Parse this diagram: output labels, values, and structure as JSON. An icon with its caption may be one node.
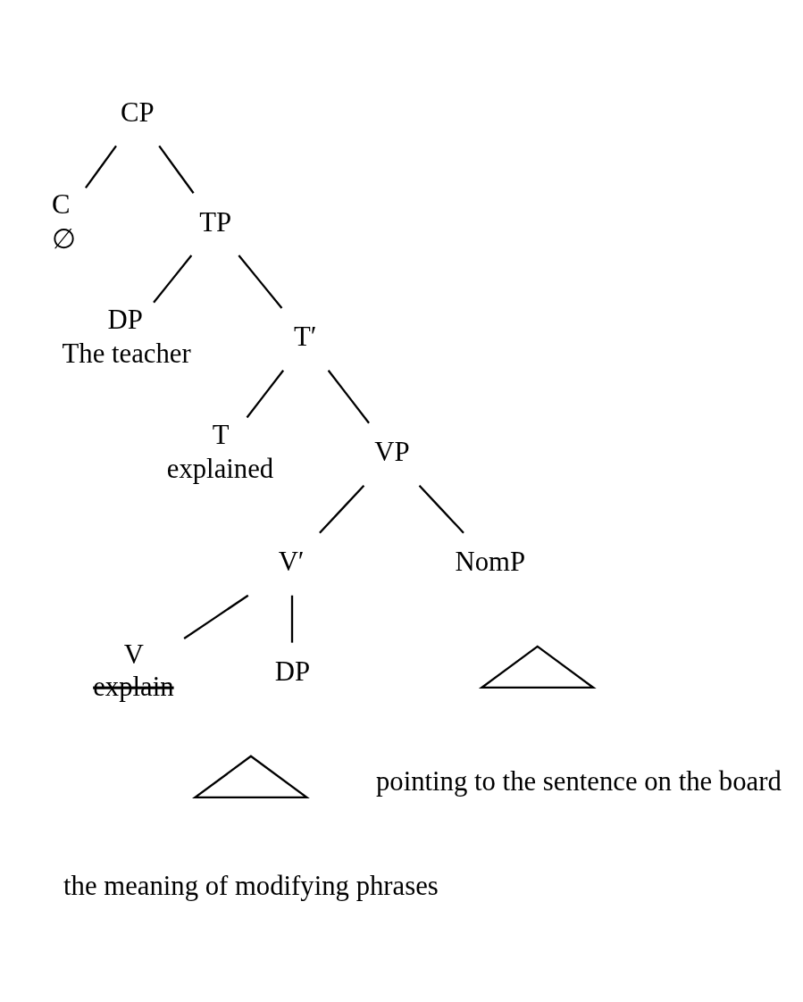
{
  "diagram": {
    "nodes": [
      {
        "text": [
          "CP"
        ]
      },
      {
        "text": [
          "C",
          "∅"
        ]
      },
      {
        "text": [
          "TP"
        ]
      },
      {
        "text": [
          "DP",
          "The teacher"
        ]
      },
      {
        "text": [
          "T′"
        ]
      },
      {
        "text": [
          "T",
          "explained"
        ]
      },
      {
        "text": [
          "VP"
        ]
      },
      {
        "text": [
          "V′"
        ]
      },
      {
        "text": [
          "V",
          "explain"
        ]
      },
      {
        "text": [
          "DP"
        ]
      },
      {
        "text": [],
        "shape": "triangle",
        "beside": [
          "the meaning of modifying phrases"
        ]
      },
      {
        "text": [
          "NomP"
        ]
      },
      {
        "text": [],
        "shape": "triangle",
        "beside": [
          "pointing to the sentence on the board"
        ]
      }
    ],
    "edges": [
      {
        "from": 0,
        "to": 1,
        "arrow": "none"
      },
      {
        "from": 0,
        "to": 2,
        "arrow": "none"
      },
      {
        "from": 2,
        "to": 3,
        "arrow": "none"
      },
      {
        "from": 2,
        "to": 4,
        "arrow": "none"
      },
      {
        "from": 4,
        "to": 5,
        "arrow": "none"
      },
      {
        "from": 4,
        "to": 6,
        "arrow": "none"
      },
      {
        "from": 6,
        "to": 7,
        "arrow": "none"
      },
      {
        "from": 6,
        "to": 11,
        "arrow": "none"
      },
      {
        "from": 7,
        "to": 8,
        "arrow": "none"
      },
      {
        "from": 7,
        "to": 9,
        "arrow": "none"
      }
    ]
  }
}
